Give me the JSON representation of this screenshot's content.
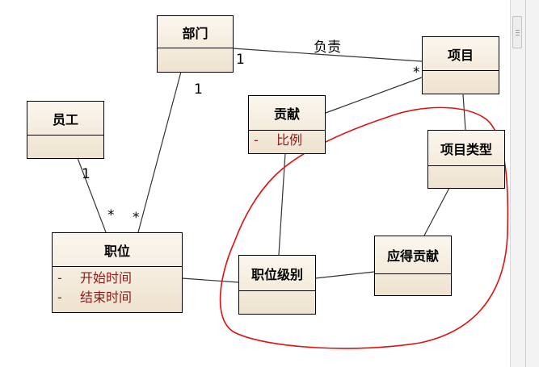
{
  "diagram": {
    "classes": [
      {
        "id": "department",
        "name": "部门",
        "attributes": []
      },
      {
        "id": "project",
        "name": "项目",
        "attributes": []
      },
      {
        "id": "employee",
        "name": "员工",
        "attributes": []
      },
      {
        "id": "contribution",
        "name": "贡献",
        "attributes": [
          {
            "visibility": "-",
            "name": "比例"
          }
        ]
      },
      {
        "id": "project-type",
        "name": "项目类型",
        "attributes": []
      },
      {
        "id": "position",
        "name": "职位",
        "attributes": [
          {
            "visibility": "-",
            "name": "开始时间"
          },
          {
            "visibility": "-",
            "name": "结束时间"
          }
        ]
      },
      {
        "id": "position-level",
        "name": "职位级别",
        "attributes": []
      },
      {
        "id": "expected-contribution",
        "name": "应得贡献",
        "attributes": []
      }
    ],
    "associations": {
      "dept_project_label": "负责",
      "dept_project_dept_mult": "1",
      "dept_project_project_mult": "*",
      "dept_position_dept_mult": "1",
      "dept_position_position_mult": "*",
      "employee_position_employee_mult": "1",
      "employee_position_position_mult": "*"
    },
    "highlight_color": "#e01010"
  }
}
